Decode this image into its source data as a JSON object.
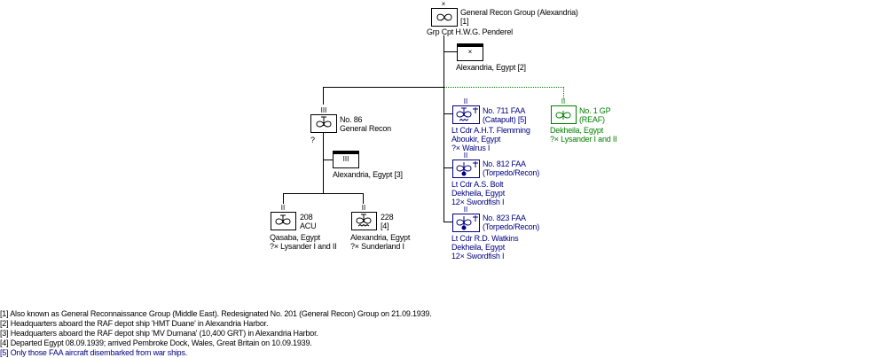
{
  "hq": {
    "title": "General Recon Group (Alexandria)",
    "note": "[1]",
    "size": "×",
    "commander": "Grp Cpt  H.W.G. Penderel",
    "location_hq": {
      "size": "×",
      "location": "Alexandria, Egypt [2]"
    }
  },
  "units": {
    "no86": {
      "size": "III",
      "name_line1": "No. 86",
      "name_line2": "General Recon",
      "commander": "?",
      "hq": {
        "size": "III",
        "location": "Alexandria, Egypt [3]"
      }
    },
    "sq208": {
      "size": "II",
      "name_line1": "208",
      "name_line2": "ACU",
      "location": "Qasaba, Egypt",
      "aircraft": "?× Lysander I and II"
    },
    "sq228": {
      "size": "II",
      "name_line1": "228",
      "name_line2": "[4]",
      "location": "Alexandria, Egypt",
      "aircraft": "?× Sunderland I"
    },
    "faa711": {
      "size": "II",
      "name_line1": "No. 711 FAA",
      "name_line2": "(Catapult) [5]",
      "commander": "Lt Cdr  A.H.T. Flemming",
      "location": "Aboukir, Egypt",
      "aircraft": "?× Walrus I"
    },
    "faa812": {
      "size": "II",
      "name_line1": "No. 812 FAA",
      "name_line2": "(Torpedo/Recon)",
      "commander": "Lt Cdr  A.S. Bolt",
      "location": "Dekheila, Egypt",
      "aircraft": "12× Swordfish I"
    },
    "faa823": {
      "size": "II",
      "name_line1": "No. 823 FAA",
      "name_line2": "(Torpedo/Recon)",
      "commander": "Lt Cdr  R.D. Watkins",
      "location": "Dekheila, Egypt",
      "aircraft": "12× Swordfish I"
    },
    "gp1": {
      "size": "II",
      "name_line1": "No. 1 GP",
      "name_line2": "(REAF)",
      "location": "Dekheila, Egypt",
      "aircraft": "?× Lysander I and II"
    }
  },
  "footnotes": [
    "[1] Also known as General Reconnaissance Group (Middle East). Redesignated No. 201 (General Recon) Group on 21.09.1939.",
    "[2] Headquarters aboard the RAF depot ship 'HMT Duane' in Alexandria Harbor.",
    "[3] Headquarters aboard the RAF depot ship 'MV Dumana' (10,400 GRT) in Alexandria Harbor.",
    "[4] Departed Egypt 08.09.1939; arrived Pembroke Dock, Wales, Great Britain on 10.09.1939.",
    "[5] Only those FAA aircraft disembarked from war ships."
  ],
  "colors": {
    "raf": "#000000",
    "faa": "#000080",
    "reaf": "#008000"
  }
}
